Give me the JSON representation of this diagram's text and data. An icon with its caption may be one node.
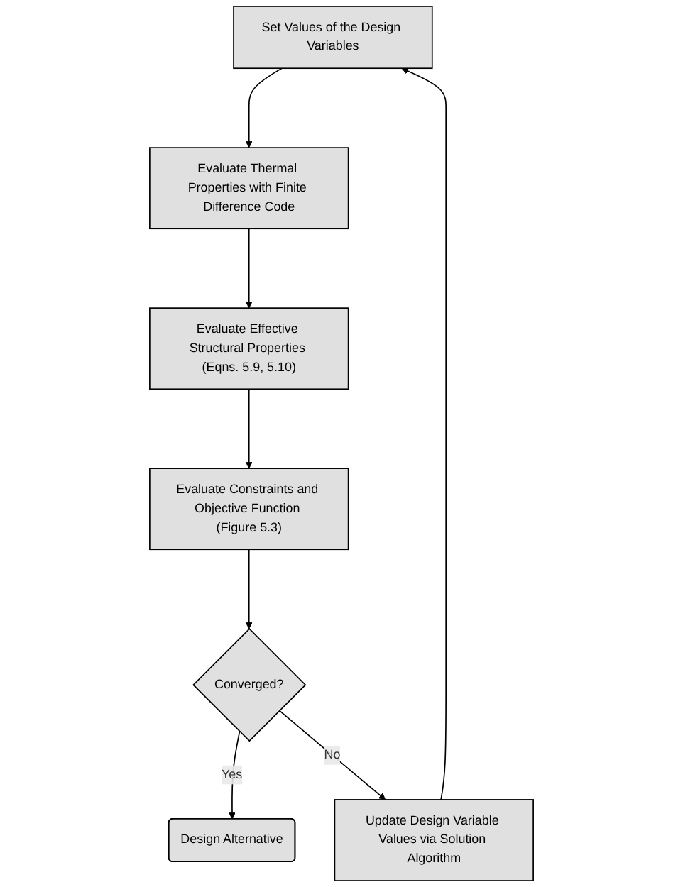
{
  "diagram": {
    "nodes": [
      {
        "text": [
          "Set Values of the Design Variables"
        ]
      },
      {
        "text": [
          "Evaluate Thermal Properties with Finite Difference Code"
        ]
      },
      {
        "text": [
          "Evaluate Effective Structural Properties (Eqns. 5.9, 5.10)"
        ]
      },
      {
        "text": [
          "Evaluate Constraints and Objective Function (Figure 5.3)"
        ]
      },
      {
        "text": [
          "Converged?"
        ]
      },
      {
        "text": [
          "Design Alternative"
        ]
      },
      {
        "text": [
          "Update Design Variable Values via Solution Algorithm"
        ]
      }
    ],
    "edges": [
      {
        "from": 0,
        "to": 1,
        "arrow": "to"
      },
      {
        "from": 1,
        "to": 2,
        "arrow": "to"
      },
      {
        "from": 2,
        "to": 3,
        "arrow": "to"
      },
      {
        "from": 3,
        "to": 4,
        "arrow": "to"
      },
      {
        "from": 4,
        "to": 5,
        "label": "Yes",
        "arrow": "to"
      },
      {
        "from": 4,
        "to": 6,
        "label": "No",
        "arrow": "to"
      },
      {
        "from": 6,
        "to": 0,
        "arrow": "to"
      }
    ]
  }
}
